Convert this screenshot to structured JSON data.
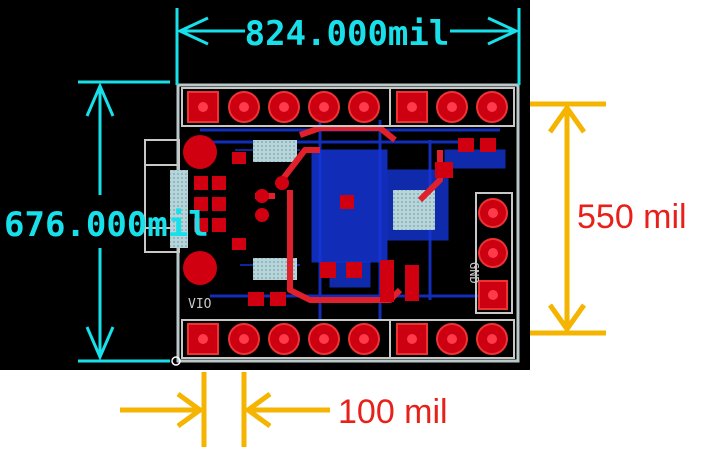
{
  "dimensions": {
    "board_width": "824.000mil",
    "board_height": "676.000mil",
    "header_row_spacing": "550 mil",
    "pin_pitch": "100 mil"
  },
  "silkscreen": {
    "bottom_left_label": "VIO",
    "right_label": "GND"
  },
  "colors": {
    "panel_background": "#000000",
    "page_background": "#ffffff",
    "dimension_cyan": "#17e0ea",
    "dimension_orange": "#f5b400",
    "dimension_text_red": "#e8201a",
    "pad_red": "#d00010",
    "top_copper": "#e0202a",
    "bottom_copper": "#1030e0",
    "silkscreen": "#c8c8c8"
  }
}
